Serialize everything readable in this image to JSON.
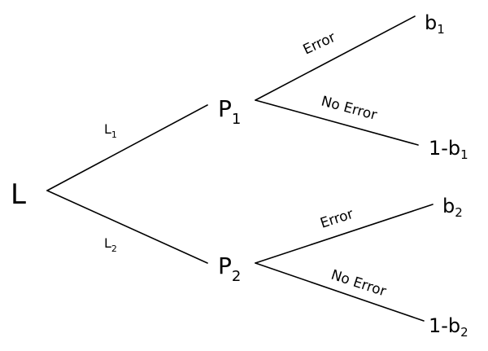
{
  "root": {
    "label": "L"
  },
  "branches": [
    {
      "label": "L",
      "sub": "1"
    },
    {
      "label": "L",
      "sub": "2"
    }
  ],
  "nodes": [
    {
      "label": "P",
      "sub": "1"
    },
    {
      "label": "P",
      "sub": "2"
    }
  ],
  "outcome_labels": {
    "p1_upper": "Error",
    "p1_lower": "No Error",
    "p2_upper": "Error",
    "p2_lower": "No Error"
  },
  "leaves": [
    {
      "label": "b",
      "sub": "1"
    },
    {
      "label": "1-b",
      "sub": "1"
    },
    {
      "label": "b",
      "sub": "2"
    },
    {
      "label": "1-b",
      "sub": "2"
    }
  ]
}
